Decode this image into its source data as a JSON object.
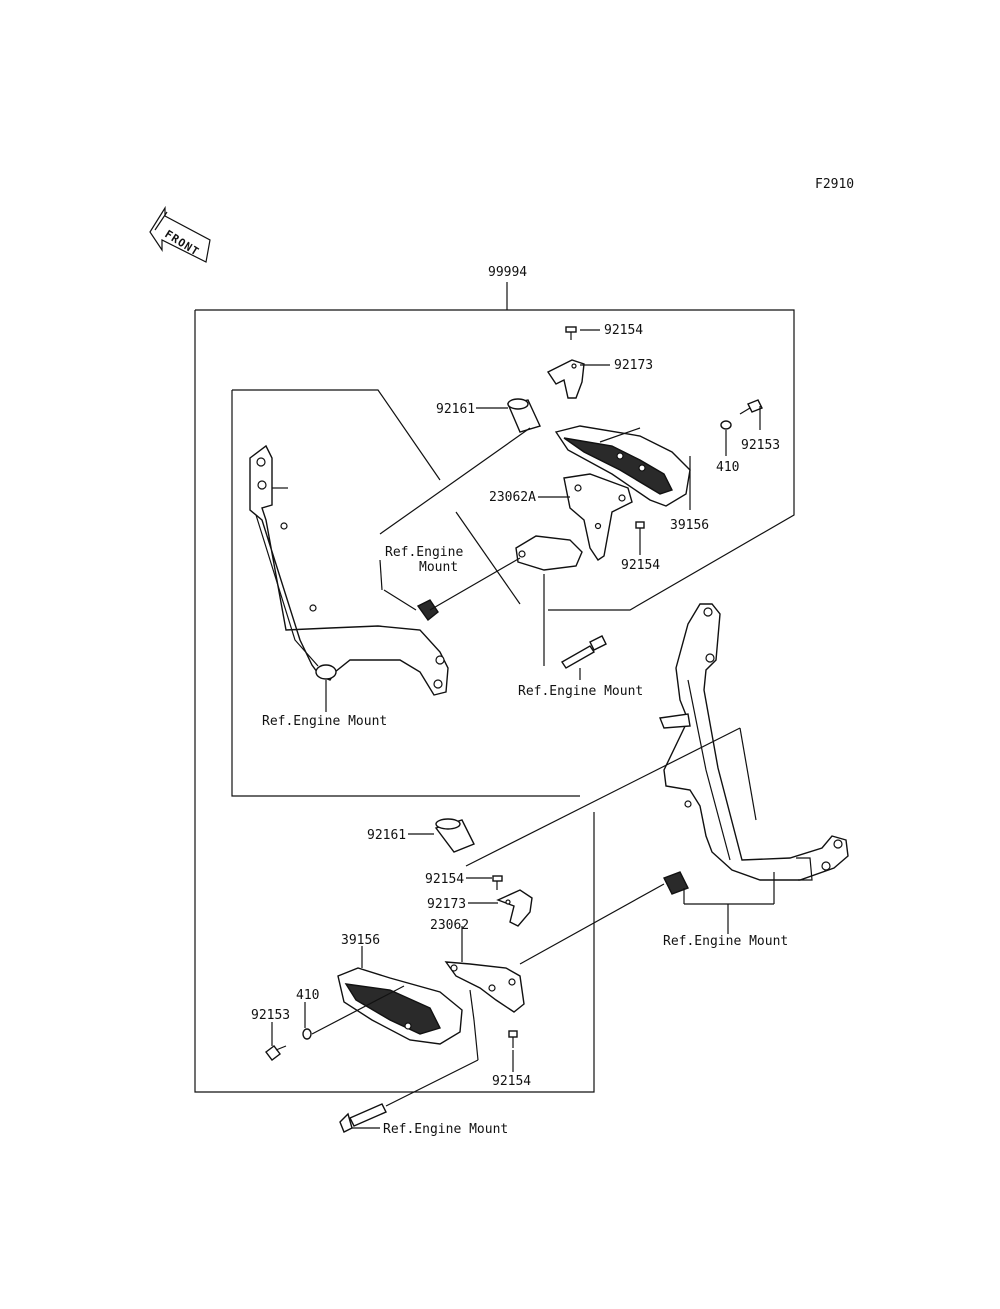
{
  "figure_code": "F2910",
  "front_arrow_label": "FRONT",
  "assembly_label": "99994",
  "labels": {
    "upper_92154_top": "92154",
    "upper_92173": "92173",
    "upper_92161": "92161",
    "upper_92153": "92153",
    "upper_410": "410",
    "upper_23062A": "23062A",
    "upper_39156": "39156",
    "upper_92154_bottom": "92154",
    "upper_ref_engine_mount_a": "Ref.Engine",
    "upper_ref_engine_mount_b": "Mount",
    "upper_ref_engine_mount_bolt": "Ref.Engine Mount",
    "upper_ref_engine_mount_frame": "Ref.Engine Mount",
    "lower_92161": "92161",
    "lower_92154_top": "92154",
    "lower_92173": "92173",
    "lower_23062": "23062",
    "lower_39156": "39156",
    "lower_410": "410",
    "lower_92153": "92153",
    "lower_92154_bottom": "92154",
    "lower_ref_engine_mount_frame": "Ref.Engine Mount",
    "lower_ref_engine_mount_bolt": "Ref.Engine Mount"
  }
}
